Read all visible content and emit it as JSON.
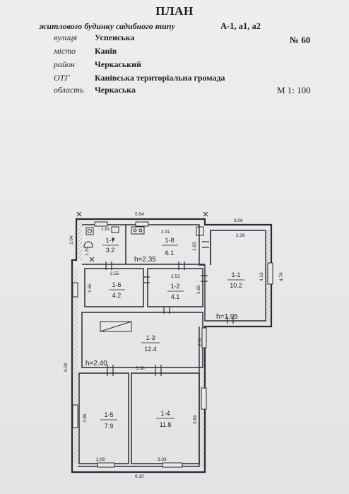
{
  "header": {
    "title": "ПЛАН",
    "subtitle": "житлового будинку садибного типу",
    "series": "А-1, а1, а2",
    "number": "№ 60",
    "scale": "М 1: 100"
  },
  "address": [
    {
      "label": "вулиця",
      "value": "Успенська"
    },
    {
      "label": "місто",
      "value": "Канів"
    },
    {
      "label": "район",
      "value": "Черкаський"
    },
    {
      "label": "ОТГ",
      "value": "Канівська територіальна громада"
    },
    {
      "label": "область",
      "value": "Черкаська"
    }
  ],
  "rooms": [
    {
      "id": "1-1",
      "area": "10.2"
    },
    {
      "id": "1-2",
      "area": "4.1"
    },
    {
      "id": "1-3",
      "area": "12.4"
    },
    {
      "id": "1-4",
      "area": "11.8"
    },
    {
      "id": "1-5",
      "area": "7.9"
    },
    {
      "id": "1-6",
      "area": "4.2"
    },
    {
      "id": "1-7",
      "area": "3.2"
    },
    {
      "id": "1-8",
      "area": "6.1"
    }
  ],
  "heights": {
    "h1": "h=2.35",
    "h2": "h=1.95",
    "h3": "h=2.40"
  },
  "dimensions": {
    "top_main": "5.54",
    "top_right": "3.06",
    "d181": "1.81",
    "d331": "3.31",
    "d239": "2.39",
    "d204": "2.04",
    "d179": "1.79",
    "d183": "1.83",
    "d413": "4.13",
    "d470": "4.70",
    "d255": "2.55",
    "d253": "2.53",
    "d165a": "1.65",
    "d165b": "1.65",
    "d251": "2.51",
    "d909": "9.09",
    "d530": "5.30",
    "d385": "3.85",
    "d389": "3.89",
    "d206": "2.06",
    "d303": "3.03",
    "d610": "6.10"
  }
}
